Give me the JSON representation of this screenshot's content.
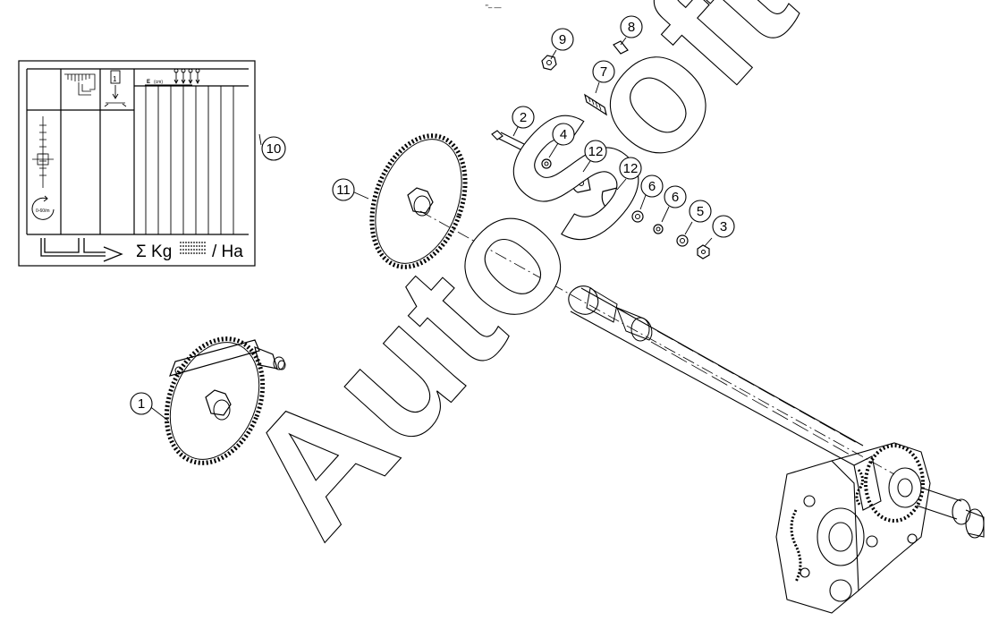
{
  "diagram": {
    "top_mark": "\"– —",
    "watermark": "AutoSoft",
    "colors": {
      "line": "#000000",
      "background": "#ffffff",
      "watermark_fill": "#ffffff"
    },
    "chart_label": {
      "top_number": "1",
      "e_header": "E",
      "e_unit": "(cm)",
      "speed": "0-60/m",
      "sum_text": "Σ Kg",
      "per_ha": "/ Ha"
    },
    "callouts": [
      {
        "id": "c1",
        "label": "1"
      },
      {
        "id": "c2",
        "label": "2"
      },
      {
        "id": "c3",
        "label": "3"
      },
      {
        "id": "c4",
        "label": "4"
      },
      {
        "id": "c5",
        "label": "5"
      },
      {
        "id": "c6a",
        "label": "6"
      },
      {
        "id": "c6b",
        "label": "6"
      },
      {
        "id": "c7",
        "label": "7"
      },
      {
        "id": "c8",
        "label": "8"
      },
      {
        "id": "c9",
        "label": "9"
      },
      {
        "id": "c10",
        "label": "10"
      },
      {
        "id": "c11",
        "label": "11"
      },
      {
        "id": "c12a",
        "label": "12"
      },
      {
        "id": "c12b",
        "label": "12"
      }
    ]
  }
}
